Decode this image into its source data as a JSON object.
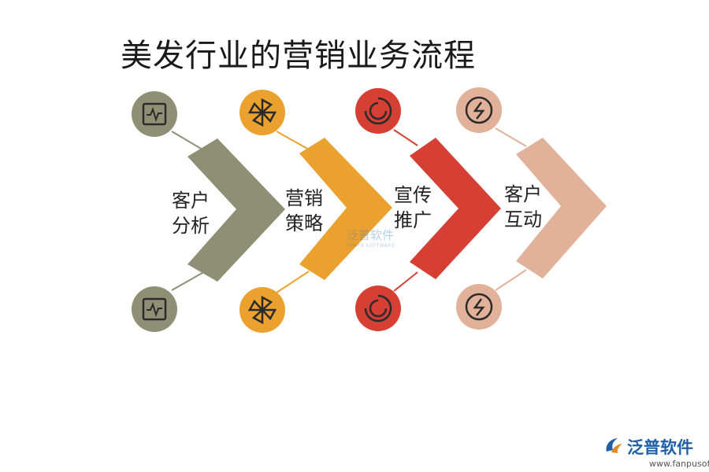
{
  "title": "美发行业的营销业务流程",
  "steps": [
    {
      "line1": "客户",
      "line2": "分析",
      "color": "#8f8f75",
      "icon": "activity-monitor-icon"
    },
    {
      "line1": "营销",
      "line2": "策略",
      "color": "#eba12e",
      "icon": "pinwheel-icon"
    },
    {
      "line1": "宣传",
      "line2": "推广",
      "color": "#d63f33",
      "icon": "refresh-circle-icon"
    },
    {
      "line1": "客户",
      "line2": "互动",
      "color": "#e1b199",
      "icon": "lightning-icon"
    }
  ],
  "watermark": {
    "main": "泛普软件",
    "sub": "FANPU SOFTWARE"
  },
  "brand": {
    "name": "泛普软件",
    "url": "www.fanpusoft.com",
    "color": "#1e5fa8"
  }
}
